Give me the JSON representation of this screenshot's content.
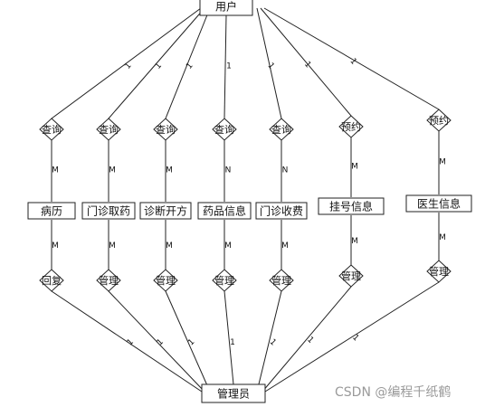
{
  "diagram": {
    "entities": {
      "user": "用户",
      "admin": "管理员",
      "medical_record": "病历",
      "outpatient_pharmacy": "门诊取药",
      "diagnosis_prescription": "诊断开方",
      "drug_info": "药品信息",
      "outpatient_fee": "门诊收费",
      "registration_info": "挂号信息",
      "doctor_info": "医生信息"
    },
    "relations": {
      "query": "查询",
      "appointment": "预约",
      "reply": "回复",
      "manage": "管理"
    },
    "cardinality": {
      "one": "1",
      "many": "M",
      "n": "N"
    }
  },
  "watermark": "CSDN @编程千纸鹤"
}
